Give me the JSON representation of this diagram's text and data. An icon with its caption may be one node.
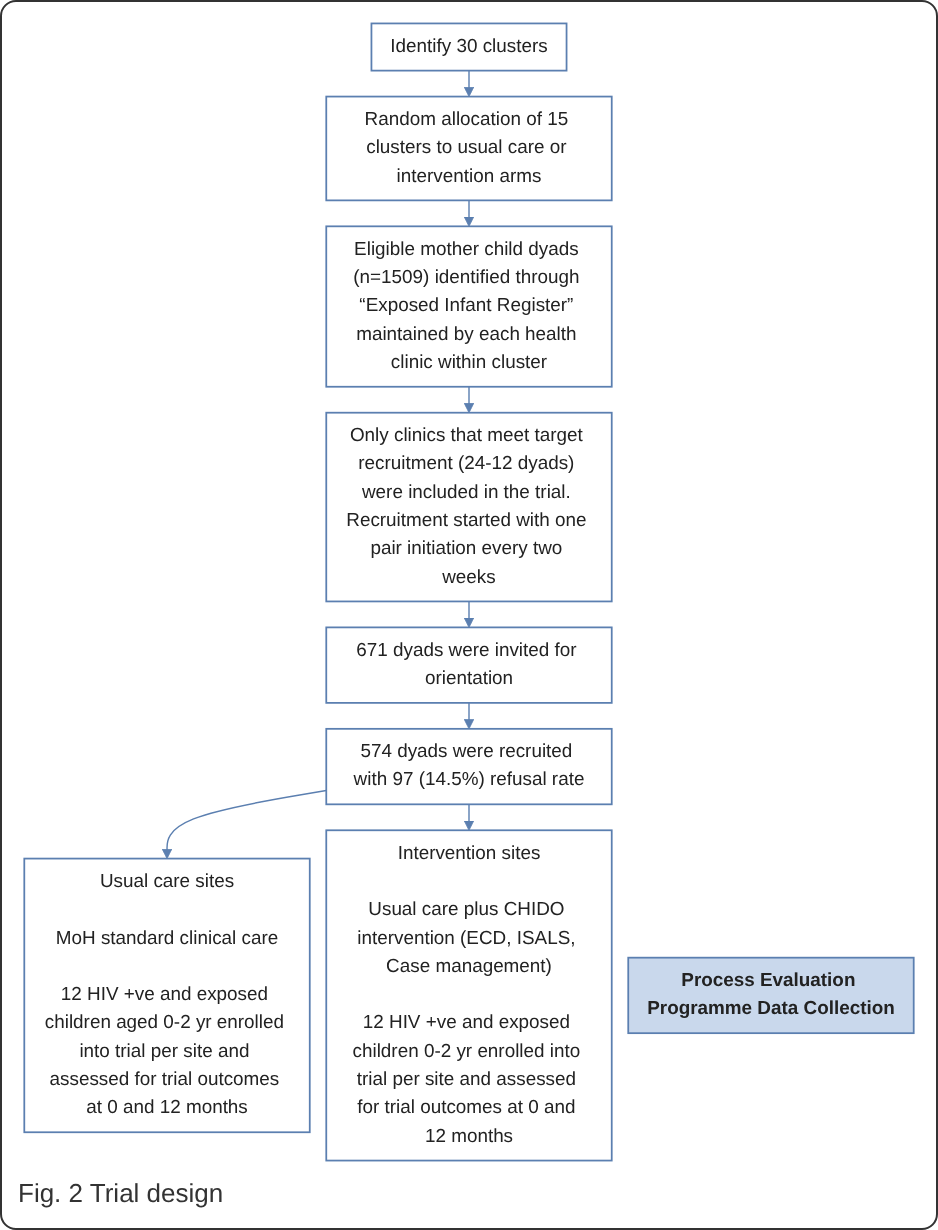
{
  "diagram": {
    "caption": "Fig. 2 Trial design",
    "nodes": [
      {
        "text": [
          "Identify 30 clusters"
        ]
      },
      {
        "text": [
          "Random allocation of 15 clusters to usual care or intervention arms"
        ]
      },
      {
        "text": [
          "Eligible mother child dyads (n=1509) identified through “Exposed Infant Register” maintained by each health clinic within cluster"
        ]
      },
      {
        "text": [
          "Only clinics that meet target recruitment (24-12 dyads) were included in the trial. Recruitment started with one pair initiation every two weeks"
        ]
      },
      {
        "text": [
          "671 dyads were invited for orientation"
        ]
      },
      {
        "text": [
          "574 dyads were recruited with 97 (14.5%) refusal rate"
        ]
      },
      {
        "text": [
          "Usual care sites",
          "MoH standard clinical care",
          "12 HIV +ve and exposed children aged 0-2 yr enrolled into trial per site and assessed for trial outcomes at 0 and 12 months"
        ]
      },
      {
        "text": [
          "Process Evaluation Programme Data Collection"
        ]
      },
      {
        "text": [
          "Intervention sites",
          "Usual care plus CHIDO intervention (ECD, ISALS, Case management)",
          "12 HIV +ve and exposed children 0-2 yr enrolled into trial per site and assessed for trial outcomes at 0 and 12 months"
        ]
      }
    ],
    "edges": [
      {
        "from": 0,
        "to": 1,
        "arrow": "to"
      },
      {
        "from": 1,
        "to": 2,
        "arrow": "to"
      },
      {
        "from": 2,
        "to": 3,
        "arrow": "to"
      },
      {
        "from": 3,
        "to": 4,
        "arrow": "to"
      },
      {
        "from": 4,
        "to": 5,
        "arrow": "to"
      },
      {
        "from": 5,
        "to": 6,
        "arrow": "to"
      },
      {
        "from": 5,
        "to": 8,
        "arrow": "to"
      }
    ]
  }
}
